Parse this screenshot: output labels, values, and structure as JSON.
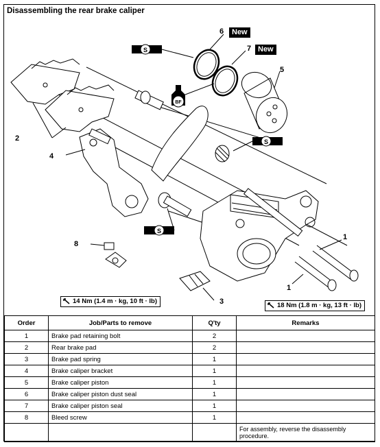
{
  "title": "Disassembling the rear brake caliper",
  "callouts": {
    "c1a": "1",
    "c1b": "1",
    "c2": "2",
    "c3": "3",
    "c4": "4",
    "c5": "5",
    "c6": "6",
    "c7": "7",
    "c8": "8"
  },
  "new_label": "New",
  "torques": {
    "left": "14 Nm (1.4 m · kg, 10 ft · lb)",
    "right": "18 Nm (1.8 m · kg, 13 ft · lb)"
  },
  "table": {
    "headers": [
      "Order",
      "Job/Parts to remove",
      "Q'ty",
      "Remarks"
    ],
    "rows": [
      {
        "order": "1",
        "part": "Brake pad retaining bolt",
        "qty": "2",
        "remarks": ""
      },
      {
        "order": "2",
        "part": "Rear brake pad",
        "qty": "2",
        "remarks": ""
      },
      {
        "order": "3",
        "part": "Brake pad spring",
        "qty": "1",
        "remarks": ""
      },
      {
        "order": "4",
        "part": "Brake caliper bracket",
        "qty": "1",
        "remarks": ""
      },
      {
        "order": "5",
        "part": "Brake caliper piston",
        "qty": "1",
        "remarks": ""
      },
      {
        "order": "6",
        "part": "Brake caliper piston dust seal",
        "qty": "1",
        "remarks": ""
      },
      {
        "order": "7",
        "part": "Brake caliper piston seal",
        "qty": "1",
        "remarks": ""
      },
      {
        "order": "8",
        "part": "Bleed screw",
        "qty": "1",
        "remarks": ""
      }
    ],
    "footer_remark": "For assembly, reverse the disassembly procedure."
  },
  "icons": [
    "grease-s-icon",
    "brake-fluid-bf-icon",
    "torque-wrench-icon"
  ]
}
